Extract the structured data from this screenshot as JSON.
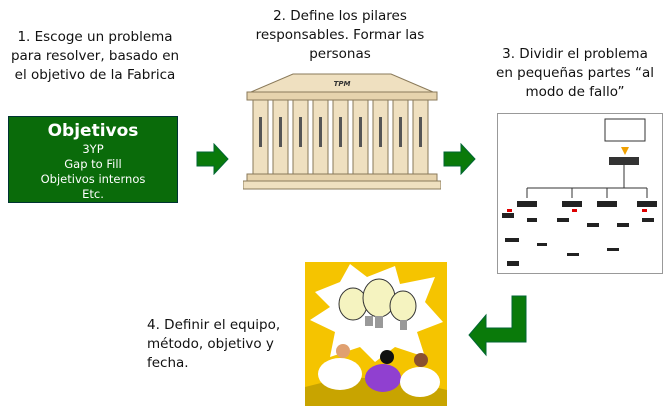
{
  "steps": {
    "step1": [
      "1. Escoge un problema",
      "para resolver, basado en",
      "el objetivo de la Fabrica"
    ],
    "step2": [
      "2. Define los pilares",
      "responsables.  Formar las",
      "personas"
    ],
    "step3": [
      "3.  Dividir el problema",
      "en pequeñas partes “al",
      "modo de fallo”"
    ],
    "step4": [
      "4. Definir el equipo,",
      "método, objetivo y",
      "fecha."
    ]
  },
  "objetivos": {
    "title": "Objetivos",
    "items": [
      "3YP",
      "Gap to Fill",
      "Objetivos internos",
      "Etc."
    ]
  },
  "temple": {
    "label": "TPM"
  },
  "colors": {
    "arrow": "#0a7a0a",
    "box": "#0a6b0a",
    "temple": "#efe0c0",
    "photo_bg": "#f5c400"
  }
}
